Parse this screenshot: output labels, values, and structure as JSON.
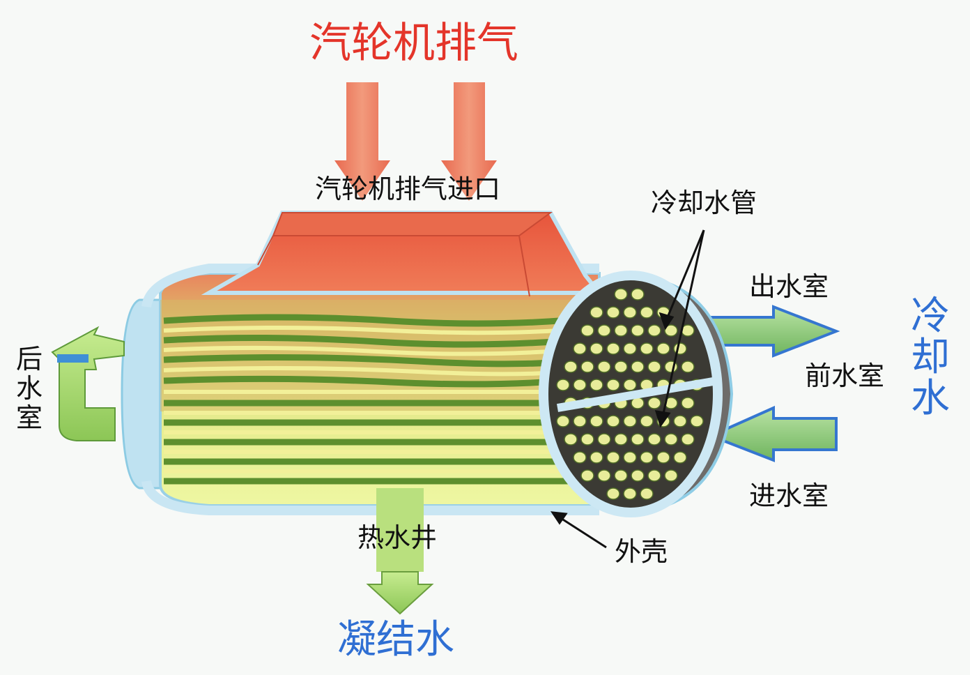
{
  "title": "汽轮机排气",
  "labels": {
    "exhaust_inlet": "汽轮机排气进口",
    "cooling_tubes": "冷却水管",
    "outlet_chamber": "出水室",
    "front_chamber": "前水室",
    "inlet_chamber": "进水室",
    "rear_chamber": "后水室",
    "hotwell": "热水井",
    "shell": "外壳",
    "condensate": "凝结水",
    "cooling_water": "冷却水"
  },
  "colors": {
    "steam_red": "#e4352a",
    "water_blue": "#2f6fd3",
    "shell_light_blue": "#c9e6f3",
    "tube_green": "#7ea83c",
    "condensate_green": "#a7d86c",
    "inlet_arrow": "#e8705a"
  }
}
